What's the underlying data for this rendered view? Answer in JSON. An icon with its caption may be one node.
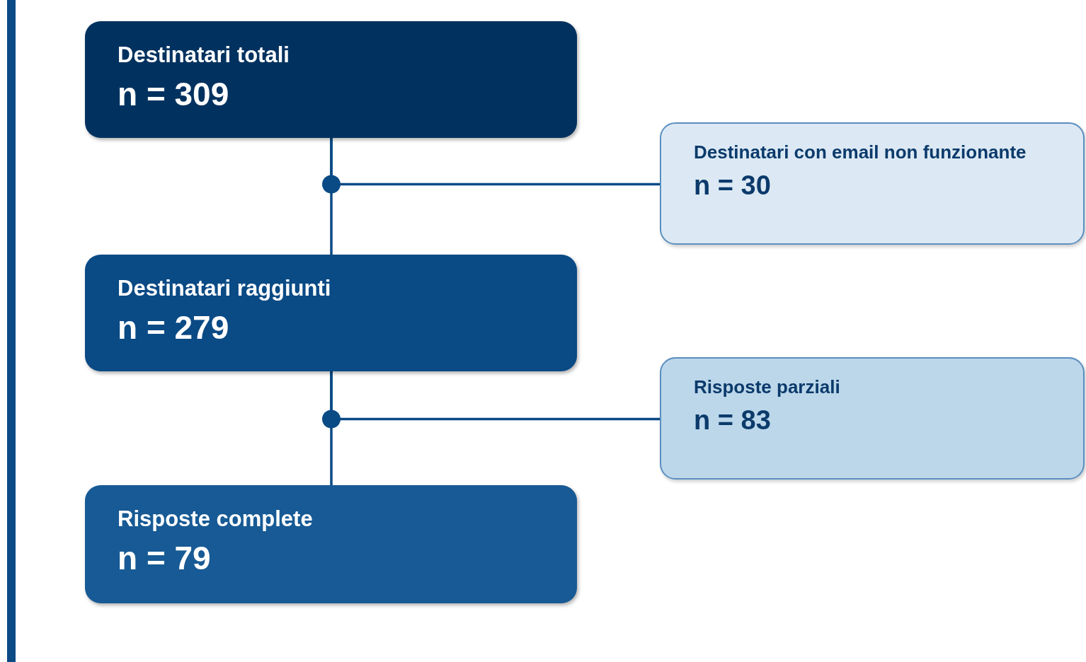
{
  "diagram": {
    "nodes": [
      {
        "text": [
          "Destinatari totali",
          "n = 309"
        ]
      },
      {
        "text": [
          "Destinatari con email non funzionante",
          "n = 30"
        ]
      },
      {
        "text": [
          "Destinatari raggiunti",
          "n = 279"
        ]
      },
      {
        "text": [
          "Risposte parziali",
          "n = 83"
        ]
      },
      {
        "text": [
          "Risposte complete",
          "n = 79"
        ]
      }
    ],
    "edges": [
      {
        "from": 0,
        "to": 2,
        "arrow": "none"
      },
      {
        "from": 0,
        "to": 1,
        "arrow": "none"
      },
      {
        "from": 2,
        "to": 4,
        "arrow": "none"
      },
      {
        "from": 2,
        "to": 3,
        "arrow": "none"
      }
    ]
  }
}
